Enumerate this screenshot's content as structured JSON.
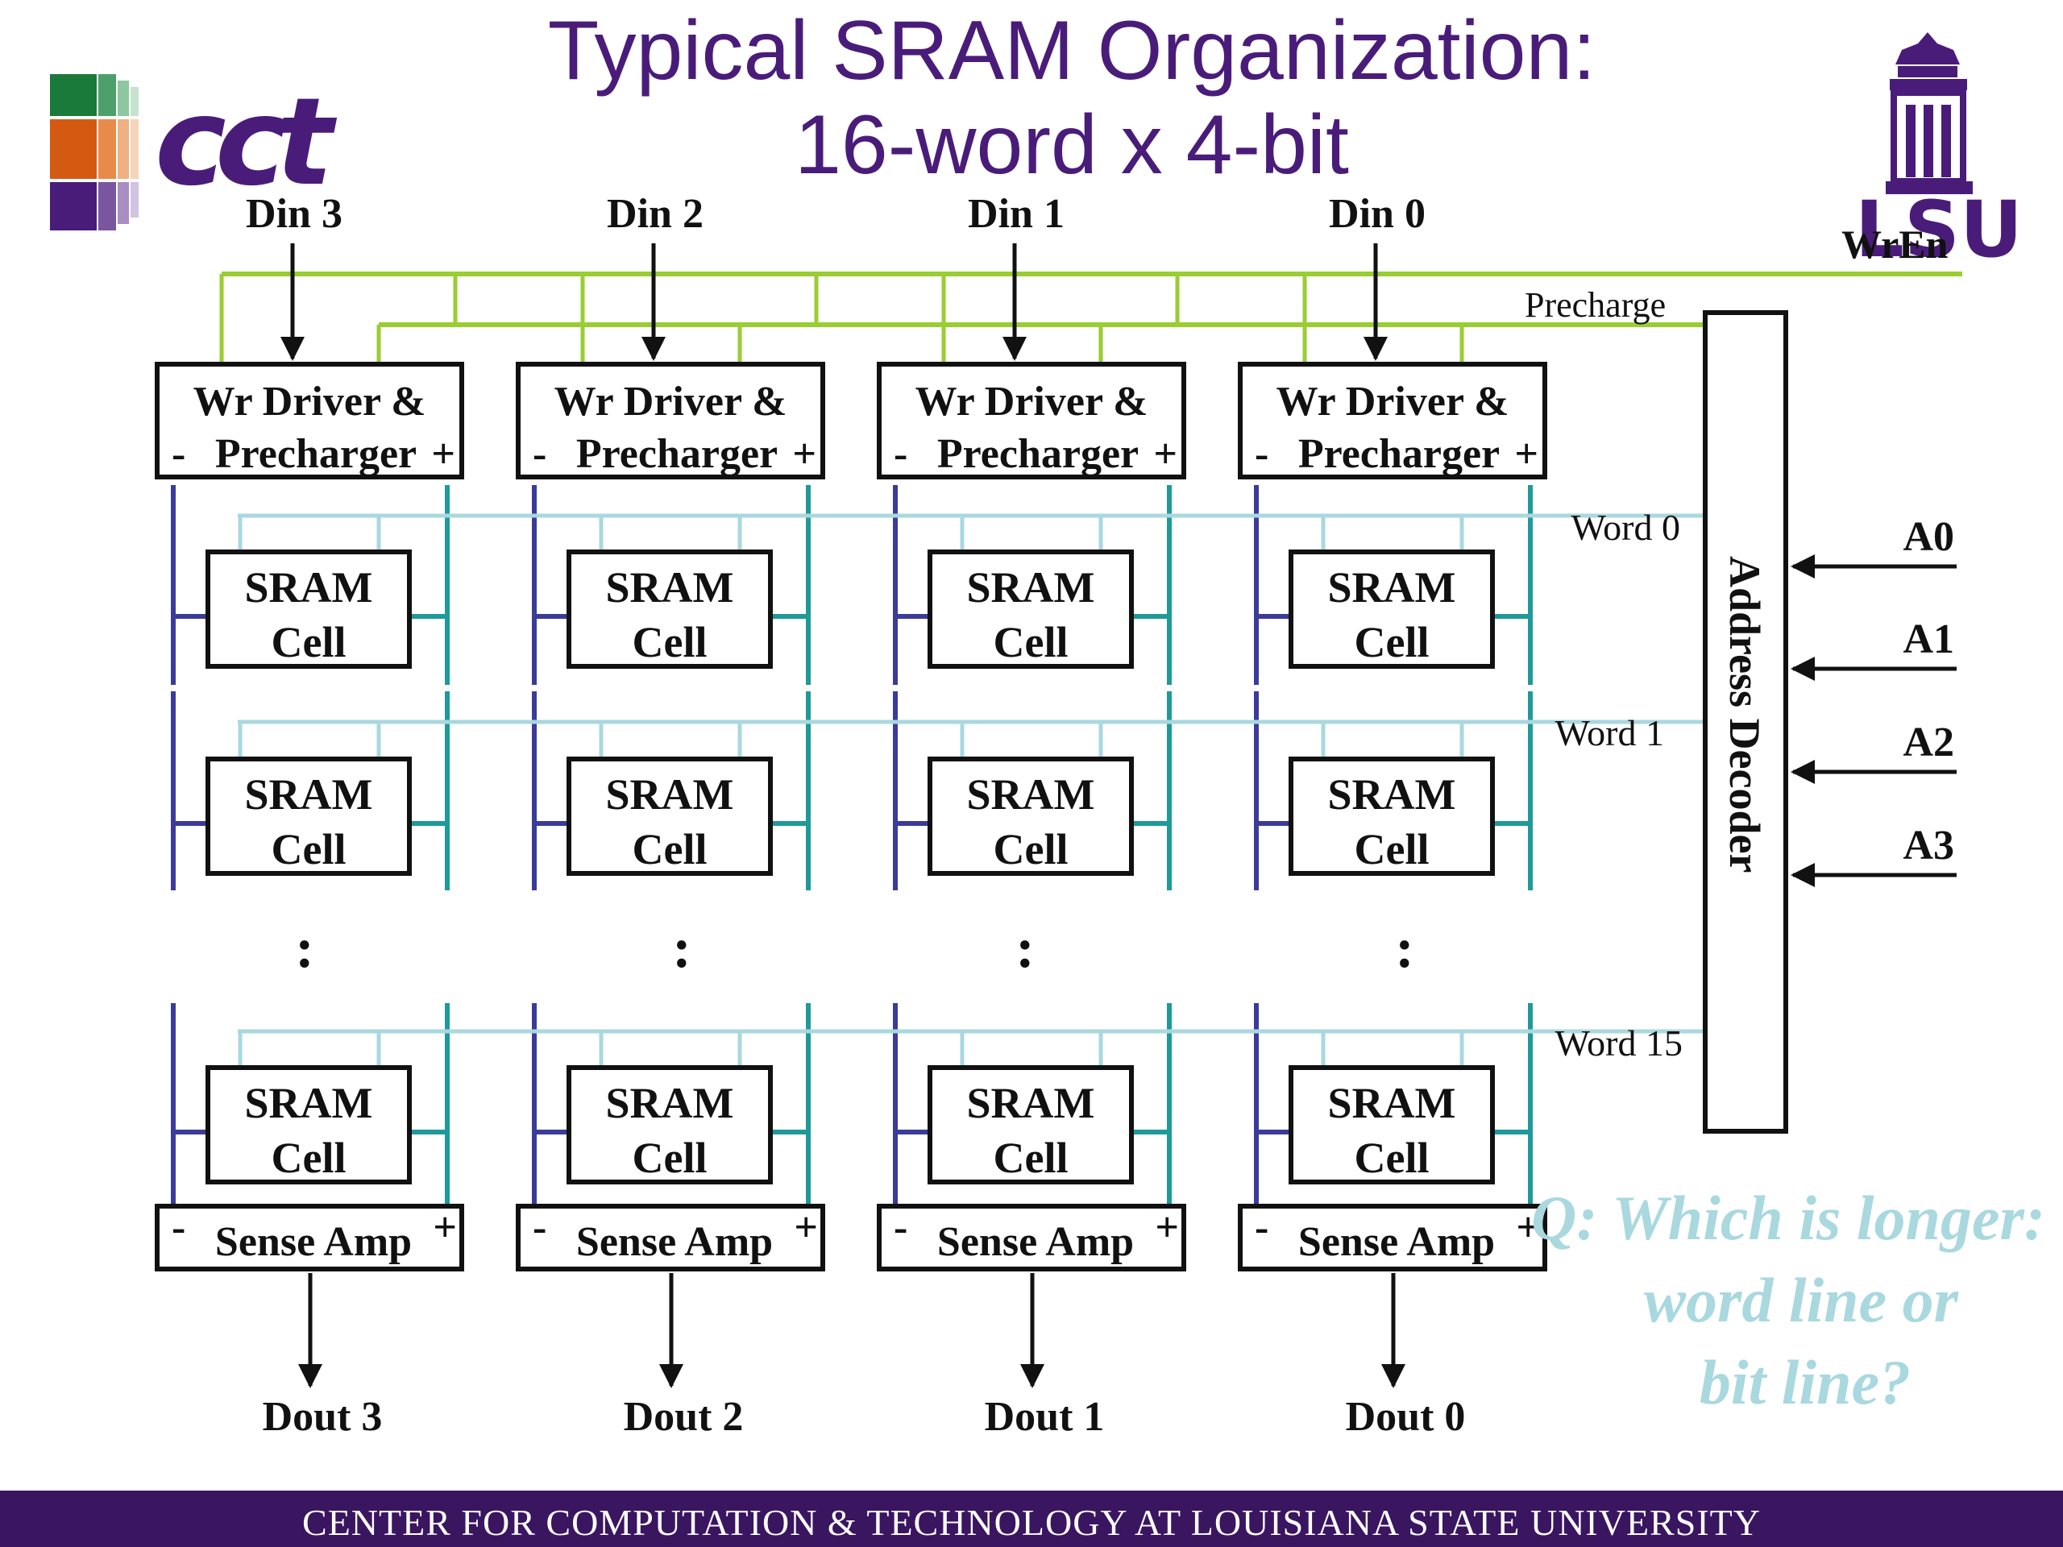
{
  "title": {
    "line1": "Typical SRAM Organization:",
    "line2": "16-word x 4-bit"
  },
  "logos": {
    "left": "cct",
    "right": "LSU"
  },
  "signals": {
    "wren": "WrEn",
    "precharge": "Precharge"
  },
  "columns": [
    {
      "din": "Din 3",
      "dout": "Dout 3"
    },
    {
      "din": "Din 2",
      "dout": "Dout 2"
    },
    {
      "din": "Din 1",
      "dout": "Dout 1"
    },
    {
      "din": "Din 0",
      "dout": "Dout 0"
    }
  ],
  "driver": {
    "line1": "Wr Driver &",
    "line2": "Precharger",
    "minus": "-",
    "plus": "+"
  },
  "cell": {
    "line1": "SRAM",
    "line2": "Cell"
  },
  "sense": {
    "label": "Sense Amp",
    "minus": "-",
    "plus": "+"
  },
  "ellipsis": ":",
  "words": [
    "Word 0",
    "Word 1",
    "Word 15"
  ],
  "decoder": {
    "label": "Address Decoder"
  },
  "address_inputs": [
    "A0",
    "A1",
    "A2",
    "A3"
  ],
  "question": {
    "line1": "Q: Which is longer:",
    "line2": "word line or",
    "line3": "bit line?"
  },
  "footer": "CENTER FOR COMPUTATION & TECHNOLOGY AT LOUISIANA STATE UNIVERSITY",
  "colors": {
    "title": "#4a1c7a",
    "wren_line": "#9acd32",
    "word_line": "#a9d8df",
    "bitline_minus": "#3b3b9a",
    "bitline_plus": "#1f9a9a",
    "footer_bg": "#3a1560",
    "question": "#a9d8df"
  }
}
